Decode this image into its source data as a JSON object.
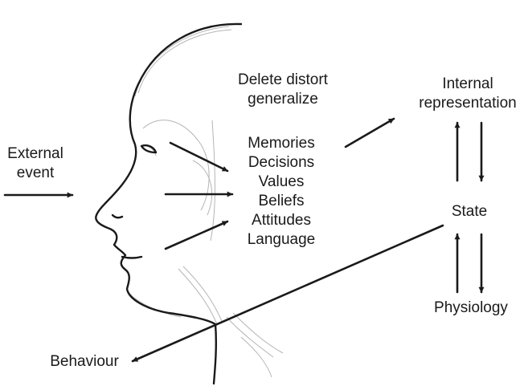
{
  "labels": {
    "external_event": [
      "External",
      "event"
    ],
    "filter_process": [
      "Delete distort",
      "generalize"
    ],
    "filters": [
      "Memories",
      "Decisions",
      "Values",
      "Beliefs",
      "Attitudes",
      "Language"
    ],
    "internal_representation": [
      "Internal",
      "representation"
    ],
    "state": "State",
    "physiology": "Physiology",
    "behaviour": "Behaviour"
  },
  "colors": {
    "ink": "#1a1a1a",
    "sketch": "#6f6f6f",
    "sketch_light": "#b5b5b5",
    "background": "#ffffff"
  }
}
